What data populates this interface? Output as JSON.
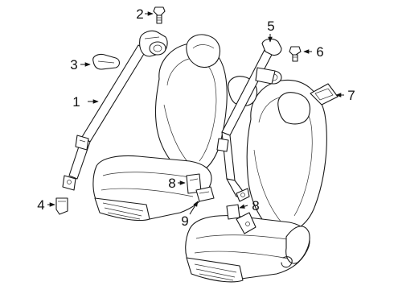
{
  "callouts": [
    {
      "id": "c1",
      "text": "1"
    },
    {
      "id": "c2",
      "text": "2"
    },
    {
      "id": "c3",
      "text": "3"
    },
    {
      "id": "c4",
      "text": "4"
    },
    {
      "id": "c5",
      "text": "5"
    },
    {
      "id": "c6",
      "text": "6"
    },
    {
      "id": "c7",
      "text": "7"
    },
    {
      "id": "c8a",
      "text": "8"
    },
    {
      "id": "c8b",
      "text": "8"
    },
    {
      "id": "c9",
      "text": "9"
    }
  ]
}
